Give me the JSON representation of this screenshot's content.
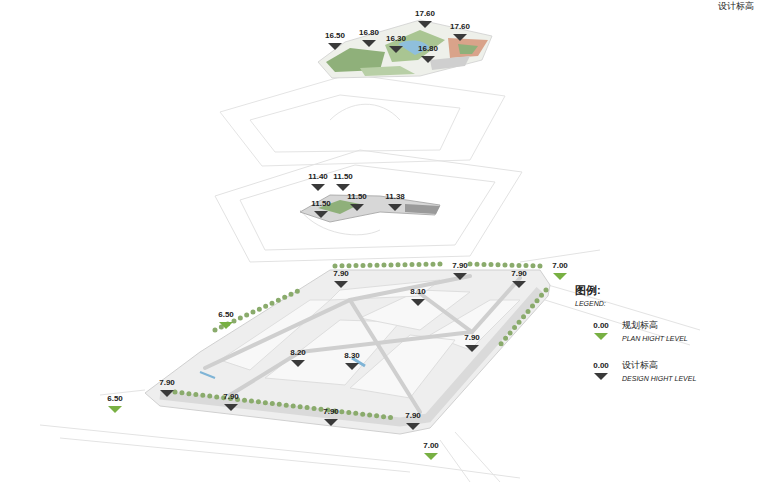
{
  "diagram": {
    "title": "设计标高",
    "labels": [
      "图例:",
      "LEGEND:",
      "0.00",
      "PLAN HIGHT LEVEL",
      "0.00",
      "DESIGN HIGHT LEVEL",
      "16.50",
      "16.80",
      "17.60",
      "16.30",
      "17.60",
      "16.80",
      "11.40",
      "11.50",
      "11.50",
      "11.50",
      "11.38",
      "7.90",
      "7.90",
      "7.90",
      "7.00",
      "8.10",
      "6.50",
      "7.90",
      "8.20",
      "8.30",
      "7.90",
      "7.90",
      "6.50",
      "7.90",
      "7.90",
      "7.00"
    ],
    "legend": [
      {
        "text": "规划标高",
        "color": "#78b043"
      },
      {
        "text": "设计标高",
        "color": "#3a3a3a"
      }
    ]
  }
}
